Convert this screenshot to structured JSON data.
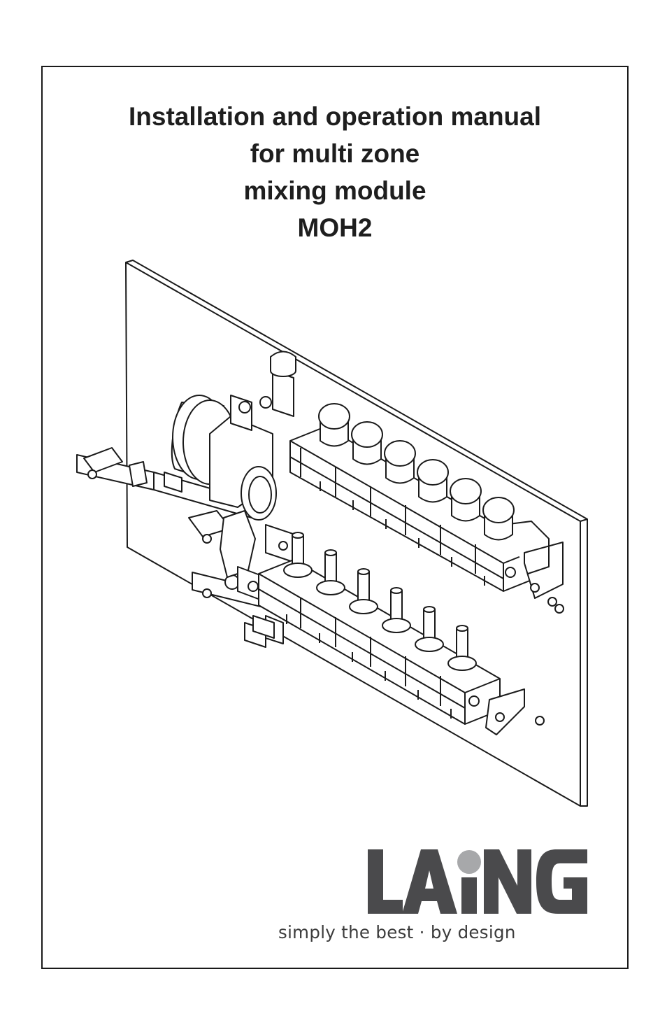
{
  "document": {
    "title_lines": [
      "Installation and operation manual",
      "for multi zone",
      "mixing module",
      "MOH2"
    ],
    "illustration_icon": "mixing-module-manifold-drawing",
    "brand": {
      "name": "LAING",
      "tagline": "simply the best · by design",
      "logo_color": "#4a4a4c",
      "dot_color": "#a7a8aa"
    }
  }
}
